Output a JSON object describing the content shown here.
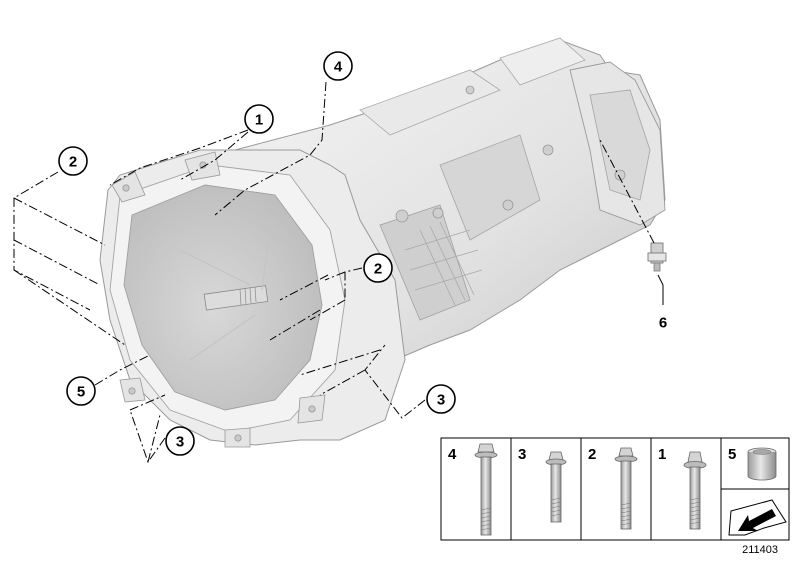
{
  "diagram": {
    "id_label": "211403",
    "callouts": [
      "1",
      "2",
      "2",
      "3",
      "3",
      "4",
      "5",
      "6"
    ],
    "legend": [
      {
        "number": "4",
        "part": "bolt-long"
      },
      {
        "number": "3",
        "part": "bolt-short"
      },
      {
        "number": "2",
        "part": "bolt-medium"
      },
      {
        "number": "1",
        "part": "bolt-medium-torx"
      },
      {
        "number": "5",
        "part": "dowel-sleeve"
      }
    ],
    "colors": {
      "housing_light": "#f0f0f0",
      "housing_mid": "#dcdcdc",
      "housing_dark": "#b9b9b9",
      "outline": "#000000"
    },
    "icons": [
      "arrow-icon"
    ]
  }
}
